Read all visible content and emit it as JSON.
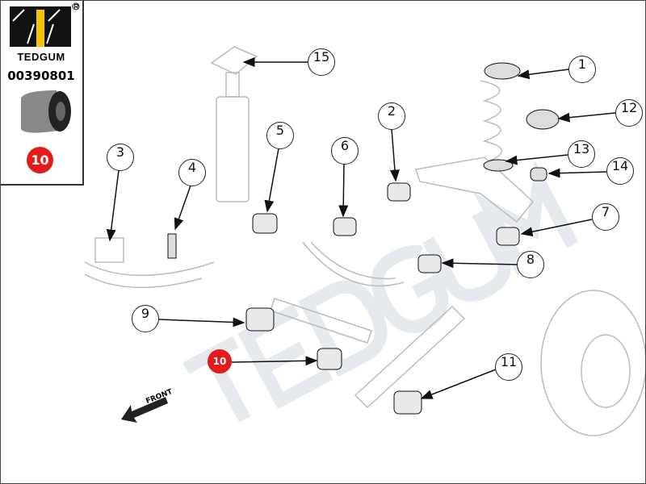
{
  "brand": {
    "name": "TEDGUM",
    "part_number": "00390801",
    "highlight_callout": "10",
    "accent": "#e31b1b",
    "logo_yellow": "#f5c400"
  },
  "diagram": {
    "watermark": "TEDGUM",
    "front_label": "FRONT",
    "callouts": [
      {
        "id": "1",
        "label": "1"
      },
      {
        "id": "2",
        "label": "2"
      },
      {
        "id": "3",
        "label": "3"
      },
      {
        "id": "4",
        "label": "4"
      },
      {
        "id": "5",
        "label": "5"
      },
      {
        "id": "6",
        "label": "6"
      },
      {
        "id": "7",
        "label": "7"
      },
      {
        "id": "8",
        "label": "8"
      },
      {
        "id": "9",
        "label": "9"
      },
      {
        "id": "10",
        "label": "10"
      },
      {
        "id": "11",
        "label": "11"
      },
      {
        "id": "12",
        "label": "12"
      },
      {
        "id": "13",
        "label": "13"
      },
      {
        "id": "14",
        "label": "14"
      },
      {
        "id": "15",
        "label": "15"
      }
    ]
  }
}
